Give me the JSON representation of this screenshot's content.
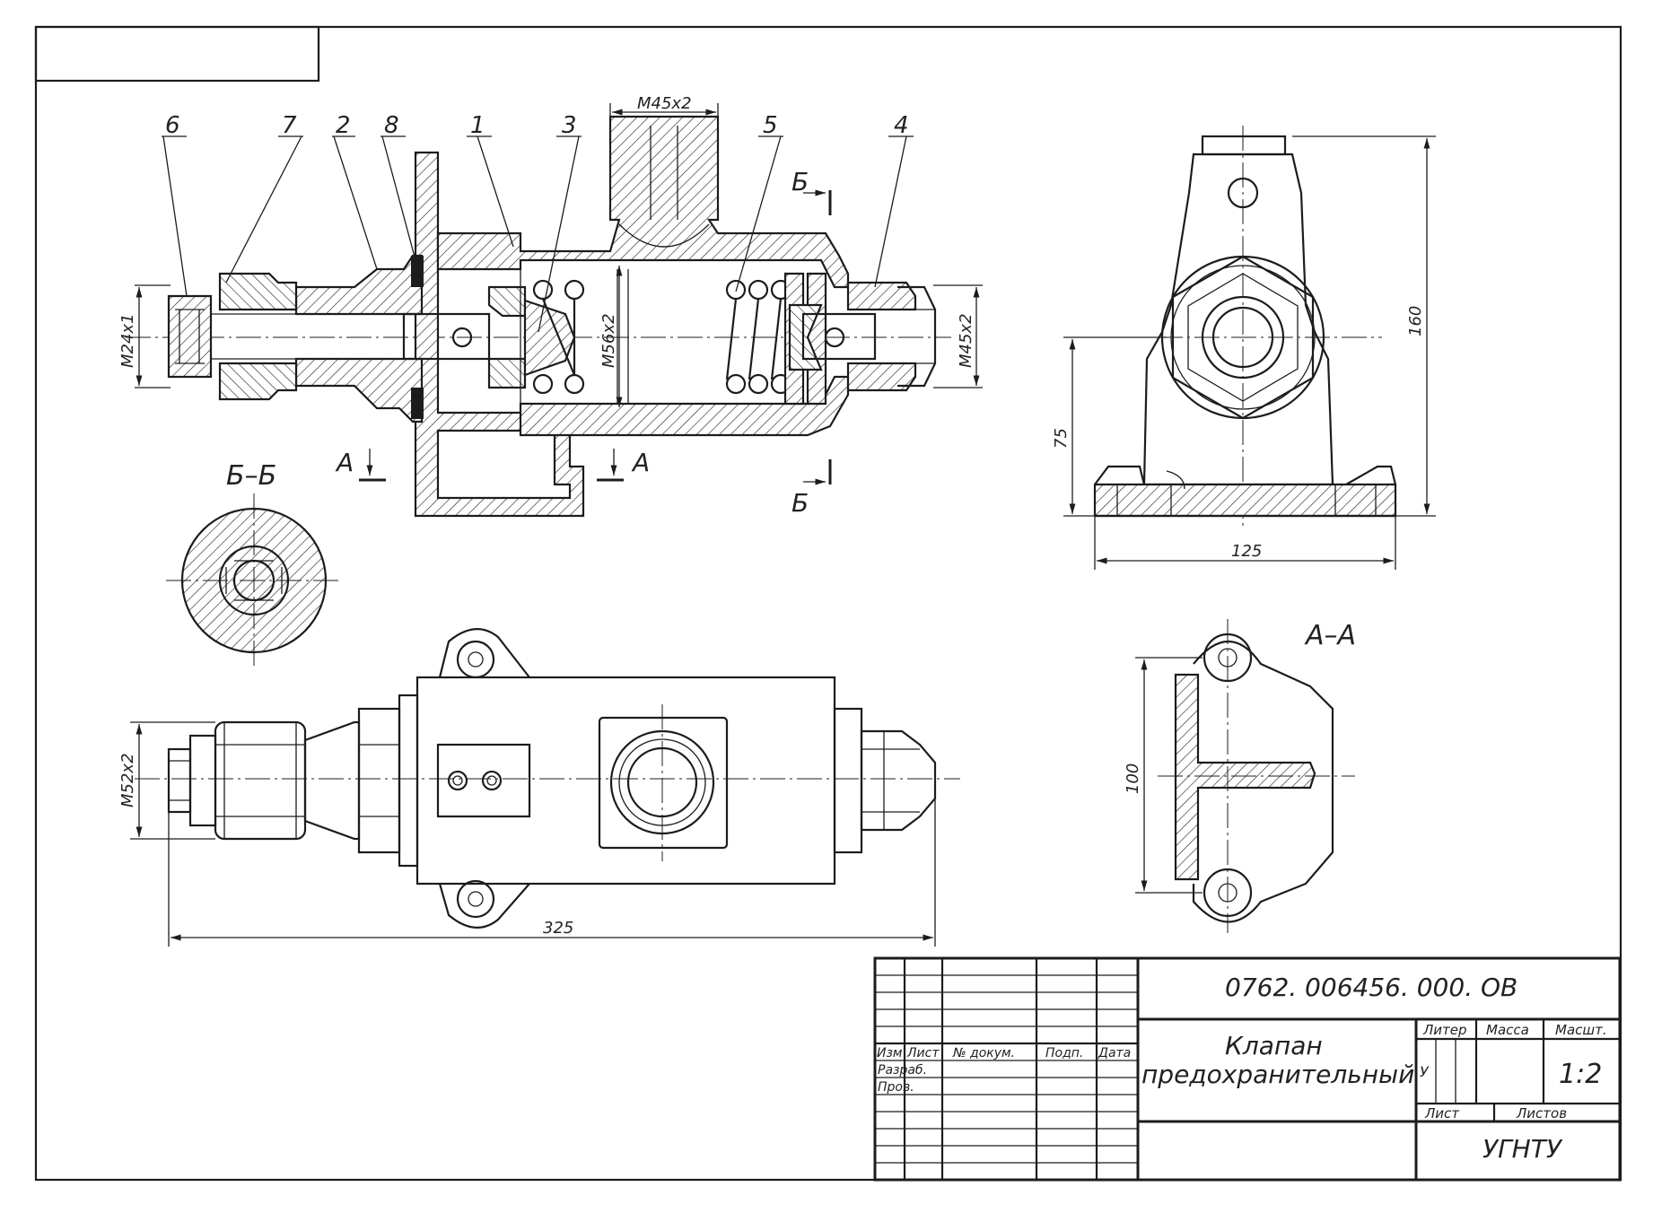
{
  "title_block": {
    "designation": "0762. 006456. 000. ОВ",
    "name_line1": "Клапан",
    "name_line2": "предохранительный",
    "col_izm": "Изм",
    "col_list": "Лист",
    "col_doc": "№ докум.",
    "col_podp": "Подп.",
    "col_data": "Дата",
    "row_razrab": "Разраб.",
    "row_prov": "Пров.",
    "liter_label": "Литер",
    "massa_label": "Масса",
    "masshtab_label": "Масшт.",
    "liter_value": "У",
    "scale_value": "1:2",
    "sheet_label": "Лист",
    "sheets_label": "Листов",
    "organization": "УГНТУ"
  },
  "positions": [
    "6",
    "7",
    "2",
    "8",
    "1",
    "3",
    "5",
    "4"
  ],
  "section_labels": {
    "bb_title": "Б–Б",
    "aa_title": "А–А",
    "a_mark": "А",
    "b_mark": "Б"
  },
  "dimensions": {
    "m45_top": "М45х2",
    "m24": "М24х1",
    "m56": "М56х2",
    "m45_right": "М45х2",
    "m52": "М52х2",
    "len_325": "325",
    "h_160": "160",
    "h_75": "75",
    "w_125": "125",
    "h_100": "100"
  }
}
